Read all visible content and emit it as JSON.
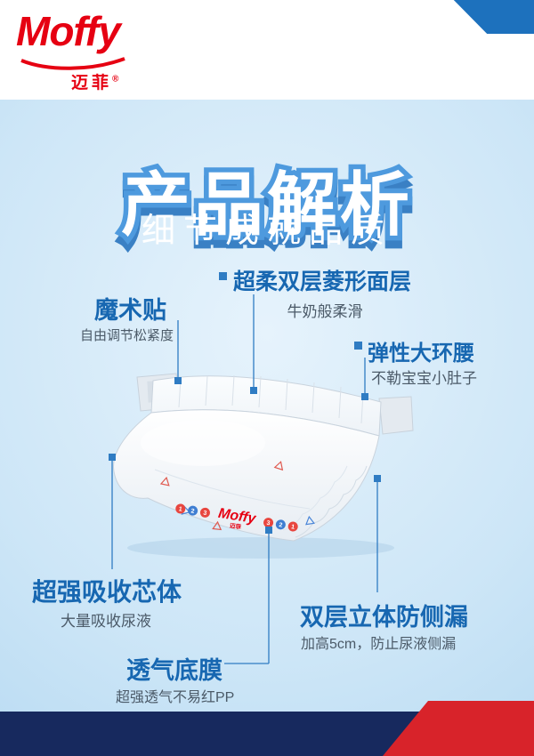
{
  "colors": {
    "brandRed": "#e60012",
    "accentBlue": "#1d71bd",
    "titleOutline": "#4e9ade",
    "titleShadow": "#3a80c4",
    "featureBlue": "#1767b1",
    "descGray": "#4b5a68",
    "lineBlue": "#2f7cc3",
    "footerNavy": "#17295e",
    "footerRed": "#d8232a"
  },
  "header": {
    "brand": "Moffy",
    "brand_cn": "迈菲",
    "reg": "®"
  },
  "title": {
    "main": "产品解析",
    "subtitle": "细节成就品质"
  },
  "features": {
    "surface": {
      "title": "超柔双层菱形面层",
      "desc": "牛奶般柔滑"
    },
    "velcro": {
      "title": "魔术贴",
      "desc": "自由调节松紧度"
    },
    "waist": {
      "title": "弹性大环腰",
      "desc": "不勒宝宝小肚子"
    },
    "core": {
      "title": "超强吸收芯体",
      "desc": "大量吸收尿液"
    },
    "film": {
      "title": "透气底膜",
      "desc": "超强透气不易红PP"
    },
    "leak": {
      "title": "双层立体防侧漏",
      "desc": "加高5cm，防止尿液侧漏"
    }
  },
  "diaper": {
    "brand": "Moffy",
    "brand_cn": "迈菲",
    "badges_left": [
      "1",
      "2",
      "3"
    ],
    "badges_right": [
      "3",
      "2",
      "1"
    ]
  }
}
